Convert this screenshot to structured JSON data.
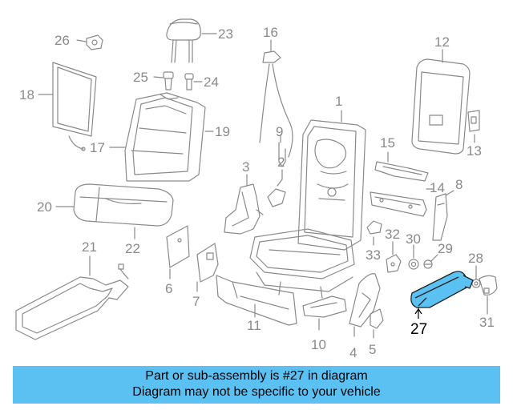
{
  "callouts": {
    "n1": "1",
    "n2": "2",
    "n3": "3",
    "n4": "4",
    "n5": "5",
    "n6": "6",
    "n7": "7",
    "n8": "8",
    "n9": "9",
    "n10": "10",
    "n11": "11",
    "n12": "12",
    "n13": "13",
    "n14": "14",
    "n15": "15",
    "n16": "16",
    "n17": "17",
    "n18": "18",
    "n19": "19",
    "n20": "20",
    "n21": "21",
    "n22": "22",
    "n23": "23",
    "n24": "24",
    "n25": "25",
    "n26": "26",
    "n27": "27",
    "n28": "28",
    "n29": "29",
    "n30": "30",
    "n31": "31",
    "n32": "32",
    "n33": "33"
  },
  "highlighted_part": "27",
  "colors": {
    "line": "#8a8a8a",
    "highlight_fill": "#5bc0f2",
    "banner": "#5bc0f2"
  },
  "banner": {
    "line1": "Part or sub-assembly is #27 in diagram",
    "line2": "Diagram may not be specific to your vehicle"
  }
}
